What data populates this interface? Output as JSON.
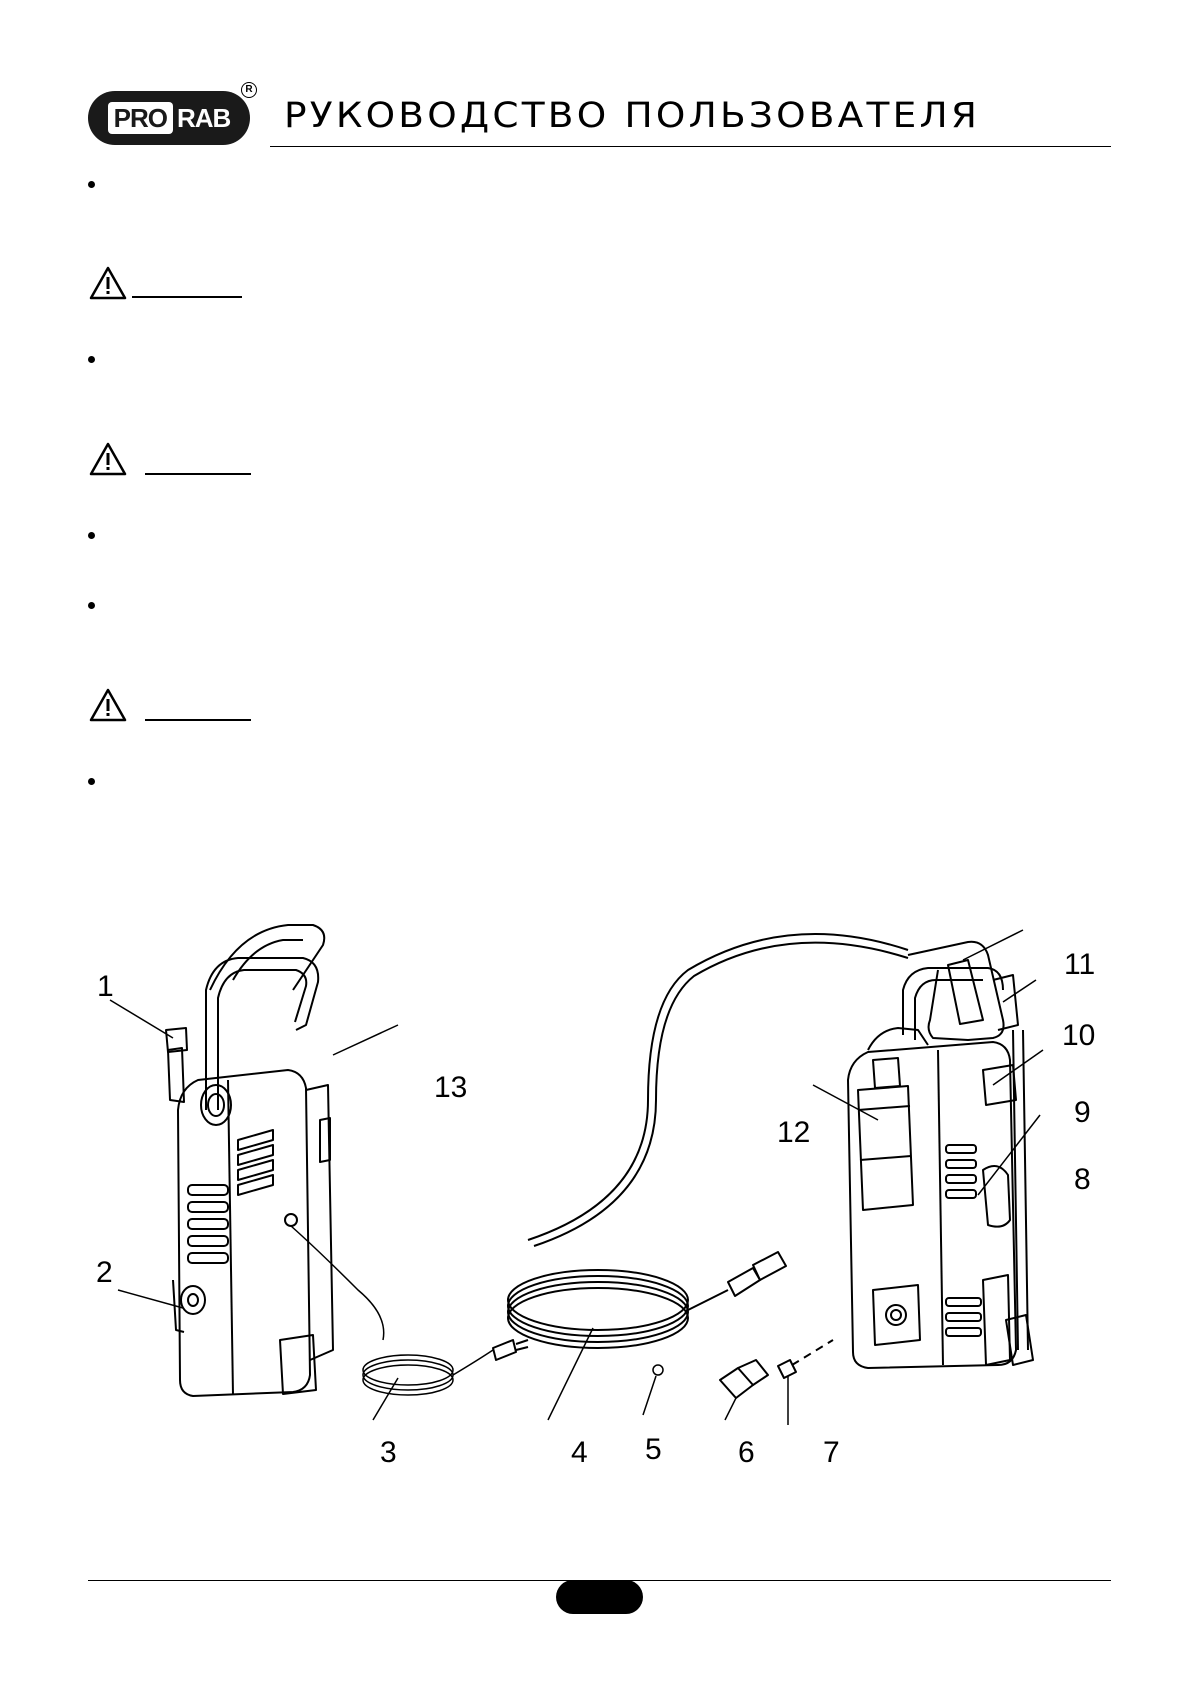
{
  "header": {
    "logo_pro": "PRO",
    "logo_rab": "RAB",
    "logo_reg": "R",
    "title": "РУКОВОДСТВО ПОЛЬЗОВАТЕЛЯ"
  },
  "figure": {
    "icon": "warning-triangle-icon",
    "callouts": [
      "1",
      "2",
      "3",
      "4",
      "5",
      "6",
      "7",
      "8",
      "9",
      "10",
      "11",
      "12",
      "13"
    ]
  }
}
